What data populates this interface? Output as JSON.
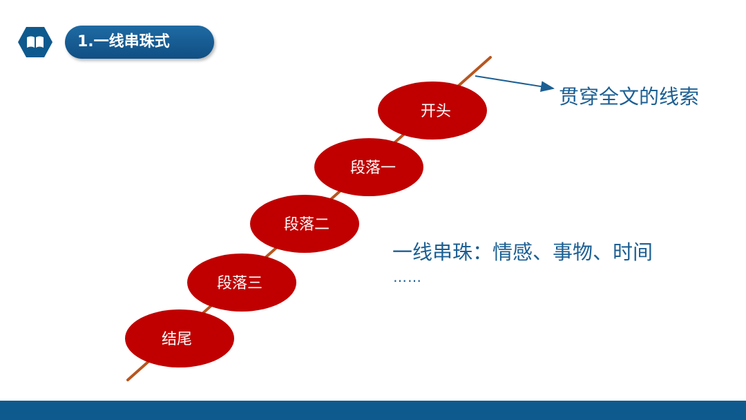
{
  "header": {
    "icon": "book-icon",
    "title": "1.一线串珠式"
  },
  "diagram": {
    "beads": [
      {
        "label": "开头"
      },
      {
        "label": "段落一"
      },
      {
        "label": "段落二"
      },
      {
        "label": "段落三"
      },
      {
        "label": "结尾"
      }
    ],
    "thread_annotation": "贯穿全文的线索",
    "theme_text": "一线串珠：情感、事物、时间",
    "ellipsis": "……"
  },
  "colors": {
    "accent_blue": "#0e5a8e",
    "bead_red": "#c00000",
    "thread": "#b8561f",
    "text_blue": "#1c5f93"
  }
}
